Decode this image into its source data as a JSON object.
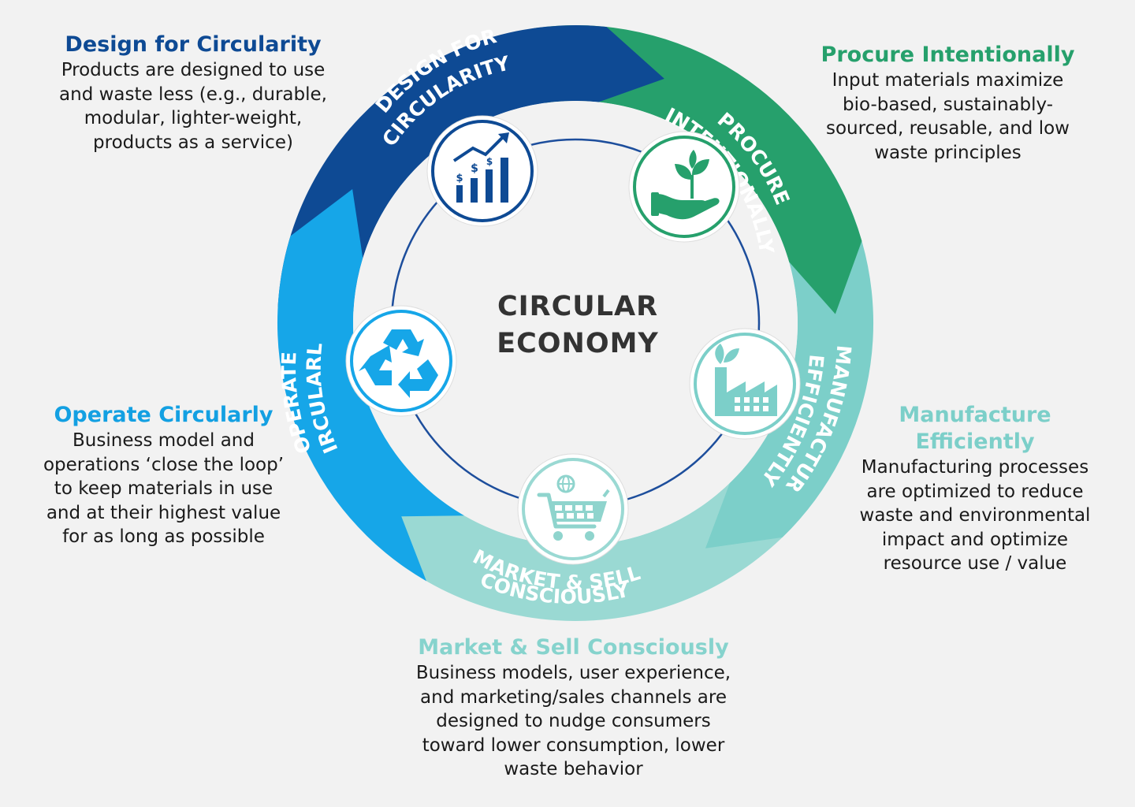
{
  "center": {
    "line1": "CIRCULAR",
    "line2": "ECONOMY"
  },
  "stages": [
    {
      "id": "design",
      "title": "Design for Circularity",
      "description": [
        "Products are designed to use",
        "and waste less (e.g., durable,",
        "modular, lighter-weight,",
        "products as a service)"
      ],
      "ring_label": [
        "DESIGN FOR",
        "CIRCULARITY"
      ],
      "color": "#0e4a94",
      "icon": "bar-chart-growth-icon"
    },
    {
      "id": "procure",
      "title": "Procure Intentionally",
      "description": [
        "Input materials maximize",
        "bio-based, sustainably-",
        "sourced, reusable, and low",
        "waste principles"
      ],
      "ring_label": [
        "PROCURE",
        "INTENTIONALLY"
      ],
      "color": "#26a06c",
      "icon": "hand-sprout-icon"
    },
    {
      "id": "manufacture",
      "title": [
        "Manufacture",
        "Efficiently"
      ],
      "description": [
        "Manufacturing processes",
        "are optimized to reduce",
        "waste and environmental",
        "impact and optimize",
        "resource use / value"
      ],
      "ring_label": [
        "MANUFACTURE",
        "EFFICIENTLY"
      ],
      "color": "#7ccfc9",
      "icon": "green-factory-icon"
    },
    {
      "id": "market",
      "title": "Market & Sell Consciously",
      "description": [
        "Business models, user experience,",
        "and marketing/sales channels are",
        "designed to nudge consumers",
        "toward lower consumption, lower",
        "waste behavior"
      ],
      "ring_label": [
        "MARKET & SELL",
        "CONSCIOUSLY"
      ],
      "color": "#9ad9d3",
      "icon": "shopping-cart-globe-icon"
    },
    {
      "id": "operate",
      "title": "Operate Circularly",
      "description": [
        "Business model and",
        "operations ‘close the loop’",
        "to keep materials in use",
        "and at their highest value",
        "for as long as possible"
      ],
      "ring_label": [
        "OPERATE",
        "CIRCULARLY"
      ],
      "color": "#16a6e8",
      "icon": "recycle-icon"
    }
  ]
}
